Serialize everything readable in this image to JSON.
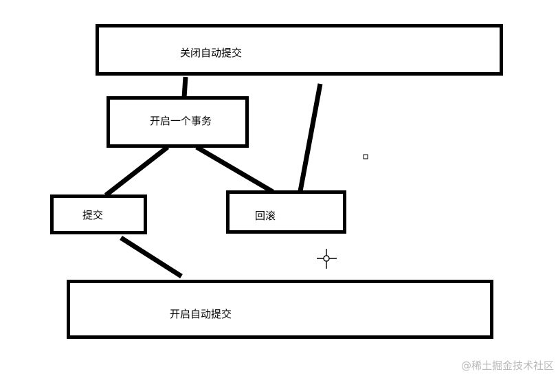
{
  "diagram": {
    "nodes": {
      "disable_autocommit": "关闭自动提交",
      "start_transaction": "开启一个事务",
      "commit": "提交",
      "rollback": "回滚",
      "enable_autocommit": "开启自动提交"
    },
    "edges": [
      {
        "from": "disable_autocommit",
        "to": "start_transaction"
      },
      {
        "from": "start_transaction",
        "to": "commit"
      },
      {
        "from": "start_transaction",
        "to": "rollback"
      },
      {
        "from": "rollback",
        "to": "disable_autocommit"
      },
      {
        "from": "commit",
        "to": "enable_autocommit"
      }
    ]
  },
  "watermark": "@稀土掘金技术社区",
  "colors": {
    "stroke": "#000000",
    "background": "#ffffff",
    "watermark": "#b8b8b8"
  }
}
